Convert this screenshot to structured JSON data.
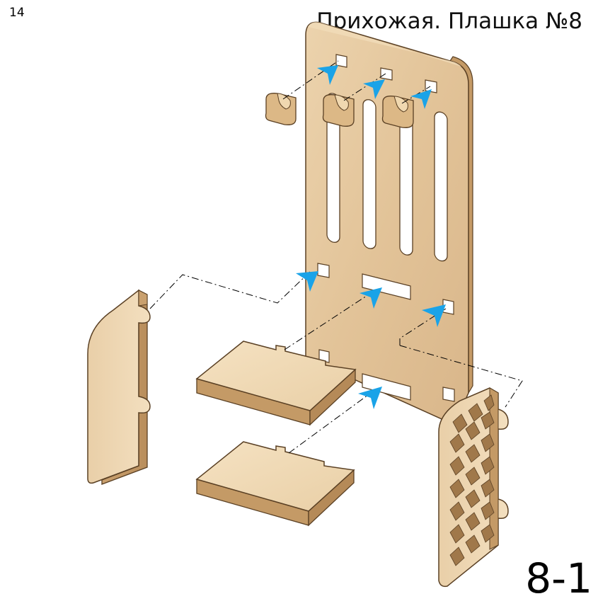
{
  "page": {
    "number": "14",
    "title": "Прихожая. Плашка №8",
    "step": "8-1"
  },
  "colors": {
    "wood_face": "#e6c9a0",
    "wood_light": "#f0d9b5",
    "wood_edge": "#c9a474",
    "wood_dark": "#a67c4e",
    "arrow": "#1aa3e8",
    "guide_line": "#000000"
  },
  "parts": [
    "back-panel",
    "left-side-panel",
    "right-side-panel-lattice",
    "upper-shelf",
    "lower-shelf",
    "hook-left",
    "hook-middle",
    "hook-right"
  ]
}
